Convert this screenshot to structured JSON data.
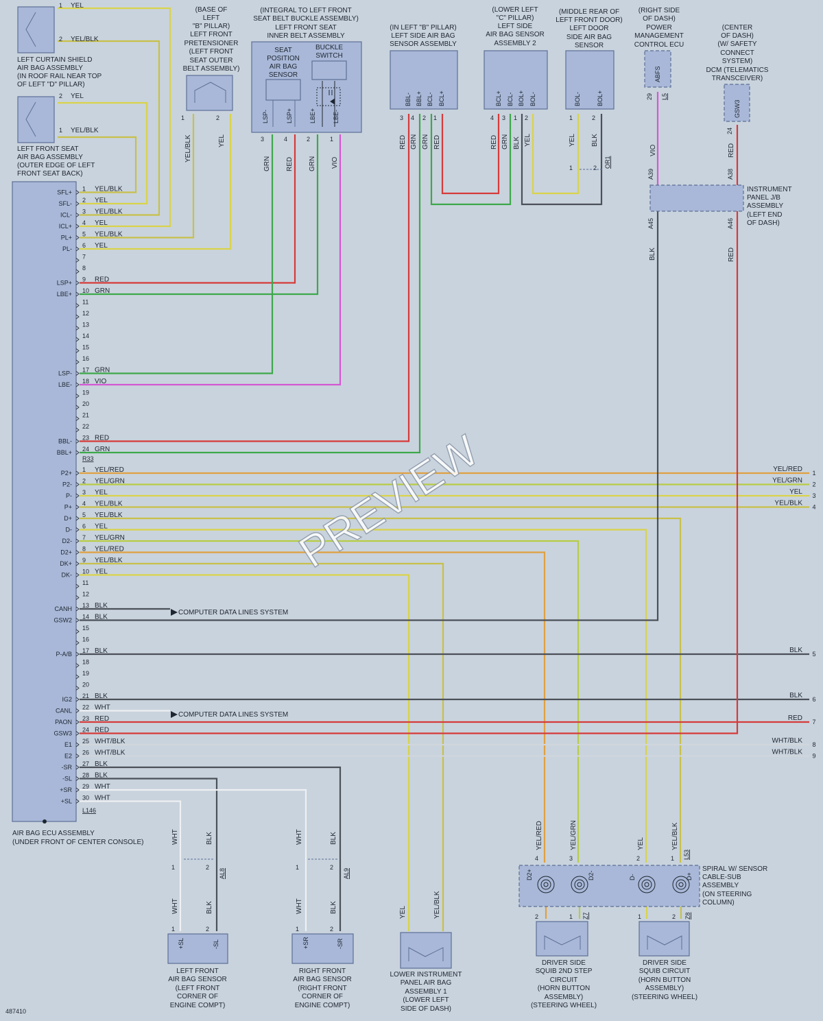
{
  "diagram_id": "487410",
  "watermark": "PREVIEW",
  "ecu": {
    "name": "AIR BAG ECU ASSEMBLY",
    "location": "(UNDER FRONT OF CENTER CONSOLE)",
    "connector_r33": "R33",
    "connector_l146": "L146",
    "left_pins": [
      {
        "label": "SFL+",
        "num": "1",
        "color": "YEL/BLK"
      },
      {
        "label": "SFL-",
        "num": "2",
        "color": "YEL"
      },
      {
        "label": "ICL-",
        "num": "3",
        "color": "YEL/BLK"
      },
      {
        "label": "ICL+",
        "num": "4",
        "color": "YEL"
      },
      {
        "label": "PL+",
        "num": "5",
        "color": "YEL/BLK"
      },
      {
        "label": "PL-",
        "num": "6",
        "color": "YEL"
      },
      {
        "label": "",
        "num": "7",
        "color": ""
      },
      {
        "label": "",
        "num": "8",
        "color": ""
      },
      {
        "label": "LSP+",
        "num": "9",
        "color": "RED"
      },
      {
        "label": "LBE+",
        "num": "10",
        "color": "GRN"
      },
      {
        "label": "",
        "num": "11",
        "color": ""
      },
      {
        "label": "",
        "num": "12",
        "color": ""
      },
      {
        "label": "",
        "num": "13",
        "color": ""
      },
      {
        "label": "",
        "num": "14",
        "color": ""
      },
      {
        "label": "",
        "num": "15",
        "color": ""
      },
      {
        "label": "",
        "num": "16",
        "color": ""
      },
      {
        "label": "LSP-",
        "num": "17",
        "color": "GRN"
      },
      {
        "label": "LBE-",
        "num": "18",
        "color": "VIO"
      },
      {
        "label": "",
        "num": "19",
        "color": ""
      },
      {
        "label": "",
        "num": "20",
        "color": ""
      },
      {
        "label": "",
        "num": "21",
        "color": ""
      },
      {
        "label": "",
        "num": "22",
        "color": ""
      },
      {
        "label": "BBL-",
        "num": "23",
        "color": "RED"
      },
      {
        "label": "BBL+",
        "num": "24",
        "color": "GRN"
      }
    ],
    "right_pins": [
      {
        "label": "P2+",
        "num": "1",
        "color": "YEL/RED"
      },
      {
        "label": "P2-",
        "num": "2",
        "color": "YEL/GRN"
      },
      {
        "label": "P-",
        "num": "3",
        "color": "YEL"
      },
      {
        "label": "P+",
        "num": "4",
        "color": "YEL/BLK"
      },
      {
        "label": "D+",
        "num": "5",
        "color": "YEL/BLK"
      },
      {
        "label": "D-",
        "num": "6",
        "color": "YEL"
      },
      {
        "label": "D2-",
        "num": "7",
        "color": "YEL/GRN"
      },
      {
        "label": "D2+",
        "num": "8",
        "color": "YEL/RED"
      },
      {
        "label": "DK+",
        "num": "9",
        "color": "YEL/BLK"
      },
      {
        "label": "DK-",
        "num": "10",
        "color": "YEL"
      },
      {
        "label": "",
        "num": "11",
        "color": ""
      },
      {
        "label": "",
        "num": "12",
        "color": ""
      },
      {
        "label": "CANH",
        "num": "13",
        "color": "BLK"
      },
      {
        "label": "GSW2",
        "num": "14",
        "color": "BLK"
      },
      {
        "label": "",
        "num": "15",
        "color": ""
      },
      {
        "label": "",
        "num": "16",
        "color": ""
      },
      {
        "label": "P-A/B",
        "num": "17",
        "color": "BLK"
      },
      {
        "label": "",
        "num": "18",
        "color": ""
      },
      {
        "label": "",
        "num": "19",
        "color": ""
      },
      {
        "label": "",
        "num": "20",
        "color": ""
      },
      {
        "label": "IG2",
        "num": "21",
        "color": "BLK"
      },
      {
        "label": "CANL",
        "num": "22",
        "color": "WHT"
      },
      {
        "label": "PAON",
        "num": "23",
        "color": "RED"
      },
      {
        "label": "GSW3",
        "num": "24",
        "color": "RED"
      },
      {
        "label": "E1",
        "num": "25",
        "color": "WHT/BLK"
      },
      {
        "label": "E2",
        "num": "26",
        "color": "WHT/BLK"
      },
      {
        "label": "-SR",
        "num": "27",
        "color": "BLK"
      },
      {
        "label": "-SL",
        "num": "28",
        "color": "BLK"
      },
      {
        "label": "+SR",
        "num": "29",
        "color": "WHT"
      },
      {
        "label": "+SL",
        "num": "30",
        "color": "WHT"
      }
    ]
  },
  "components": {
    "curtain": [
      "LEFT CURTAIN SHIELD",
      "AIR BAG ASSEMBLY",
      "(IN ROOF RAIL NEAR TOP",
      "OF LEFT \"D\" PILLAR)"
    ],
    "seat_airbag": [
      "LEFT FRONT SEAT",
      "AIR BAG ASSEMBLY",
      "(OUTER EDGE OF LEFT",
      "FRONT SEAT BACK)"
    ],
    "pretensioner": [
      "(BASE OF",
      "LEFT",
      "\"B\" PILLAR)",
      "LEFT FRONT",
      "PRETENSIONER",
      "(LEFT FRONT",
      "SEAT OUTER",
      "BELT ASSEMBLY)"
    ],
    "belt_buckle": [
      "(INTEGRAL TO LEFT FRONT",
      "SEAT BELT BUCKLE ASSEMBLY)",
      "LEFT FRONT SEAT",
      "INNER BELT ASSEMBLY"
    ],
    "seat_position_sensor": [
      "SEAT",
      "POSITION",
      "AIR BAG",
      "SENSOR"
    ],
    "buckle_switch": [
      "BUCKLE",
      "SWITCH"
    ],
    "side_sensor": [
      "(IN LEFT \"B\" PILLAR)",
      "LEFT SIDE AIR BAG",
      "SENSOR ASSEMBLY"
    ],
    "side_sensor2": [
      "(LOWER LEFT",
      "\"C\" PILLAR)",
      "LEFT SIDE",
      "AIR BAG SENSOR",
      "ASSEMBLY 2"
    ],
    "door_sensor": [
      "(MIDDLE REAR OF",
      "LEFT FRONT DOOR)",
      "LEFT DOOR",
      "SIDE AIR BAG",
      "SENSOR"
    ],
    "power_ecu": [
      "(RIGHT SIDE",
      "OF DASH)",
      "POWER",
      "MANAGEMENT",
      "CONTROL ECU"
    ],
    "dcm": [
      "(CENTER",
      "OF DASH)",
      "(W/ SAFETY",
      "CONNECT",
      "SYSTEM)",
      "DCM (TELEMATICS",
      "TRANSCEIVER)"
    ],
    "jb": [
      "INSTRUMENT",
      "PANEL J/B",
      "ASSEMBLY",
      "(LEFT END",
      "OF DASH)"
    ],
    "spiral": [
      "SPIRAL W/ SENSOR",
      "CABLE-SUB",
      "ASSEMBLY",
      "(ON STEERING",
      "COLUMN)"
    ],
    "left_front_sensor": [
      "LEFT FRONT",
      "AIR BAG SENSOR",
      "(LEFT FRONT",
      "CORNER OF",
      "ENGINE COMPT)"
    ],
    "right_front_sensor": [
      "RIGHT FRONT",
      "AIR BAG SENSOR",
      "(RIGHT FRONT",
      "CORNER OF",
      "ENGINE COMPT)"
    ],
    "knee_airbag": [
      "LOWER INSTRUMENT",
      "PANEL AIR BAG",
      "ASSEMBLY 1",
      "(LOWER LEFT",
      "SIDE OF DASH)"
    ],
    "squib2": [
      "DRIVER SIDE",
      "SQUIB 2ND STEP",
      "CIRCUIT",
      "(HORN BUTTON",
      "ASSEMBLY)",
      "(STEERING WHEEL)"
    ],
    "squib1": [
      "DRIVER SIDE",
      "SQUIB CIRCUIT",
      "(HORN BUTTON",
      "ASSEMBLY)",
      "(STEERING WHEEL)"
    ]
  },
  "arrow_labels": {
    "can_h": "COMPUTER DATA LINES SYSTEM",
    "can_l": "COMPUTER DATA LINES SYSTEM"
  },
  "offpage": [
    {
      "color": "YEL/RED",
      "ref": "1"
    },
    {
      "color": "YEL/GRN",
      "ref": "2"
    },
    {
      "color": "YEL",
      "ref": "3"
    },
    {
      "color": "YEL/BLK",
      "ref": "4"
    },
    {
      "color": "BLK",
      "ref": "5"
    },
    {
      "color": "BLK",
      "ref": "6"
    },
    {
      "color": "RED",
      "ref": "7"
    },
    {
      "color": "WHT/BLK",
      "ref": "8"
    },
    {
      "color": "WHT/BLK",
      "ref": "9"
    }
  ],
  "texts": {
    "curtain_pin1": "1",
    "curtain_w1": "YEL",
    "curtain_pin2": "2",
    "curtain_w2": "YEL/BLK",
    "seat_pin2": "2",
    "seat_w1": "YEL",
    "seat_pin1": "1",
    "seat_w2": "YEL/BLK",
    "pre_p1": "1",
    "pre_p2": "2",
    "pre_w1": "YEL/BLK",
    "pre_w2": "YEL",
    "lsp_m": "LSP-",
    "lsp_p": "LSP+",
    "lbe_p": "LBE+",
    "lbe_m": "LBE-",
    "bb_p3": "3",
    "bb_p4": "4",
    "bb_p2": "2",
    "bb_p1": "1",
    "bb_w3": "GRN",
    "bb_w4": "RED",
    "bb_w2": "GRN",
    "bb_w1": "VIO",
    "ss_bblm": "BBL-",
    "ss_bblp": "BBL+",
    "ss_bclm": "BCL-",
    "ss_bclp": "BCL+",
    "ss_p3": "3",
    "ss_p4": "4",
    "ss_p2": "2",
    "ss_p1": "1",
    "ss_w3": "RED",
    "ss_w4": "GRN",
    "ss_w2": "GRN",
    "ss_w1": "RED",
    "s2_bclp": "BCL+",
    "s2_bclm": "BCL-",
    "s2_bolp": "BOL+",
    "s2_bolm": "BOL-",
    "s2_p4": "4",
    "s2_p3": "3",
    "s2_p1": "1",
    "s2_p2": "2",
    "s2_w4": "RED",
    "s2_w3": "GRN",
    "s2_w1": "BLK",
    "s2_w2": "YEL",
    "ds_bolm": "BOL-",
    "ds_bolp": "BOL+",
    "ds_p1": "1",
    "ds_p2": "2",
    "ds_w1": "YEL",
    "ds_w2": "BLK",
    "or1": "OR1",
    "or1_p1": "1",
    "or1_p2": "2",
    "abfs": "ABFS",
    "abfs_pin": "29",
    "l5": "L5",
    "vio": "VIO",
    "gsw3": "GSW3",
    "gsw3_pin": "24",
    "gsw3_w": "RED",
    "a39": "A39",
    "a38": "A38",
    "a45": "A45",
    "a46": "A46",
    "jb_w1": "BLK",
    "jb_w2": "RED",
    "lf_wht": "WHT",
    "lf_blk": "BLK",
    "lf_p1": "1",
    "lf_p2": "2",
    "al8": "AL8",
    "lf_slp": "+SL",
    "lf_slm": "-SL",
    "lf_wht2": "WHT",
    "lf_blk2": "BLK",
    "lf_p1b": "1",
    "lf_p2b": "2",
    "rf_wht": "WHT",
    "rf_blk": "BLK",
    "rf_p1": "1",
    "rf_p2": "2",
    "al9": "AL9",
    "rf_srp": "+SR",
    "rf_srm": "-SR",
    "rf_wht2": "WHT",
    "rf_blk2": "BLK",
    "rf_p1b": "1",
    "rf_p2b": "2",
    "ka_w1": "YEL",
    "ka_w2": "YEL/BLK",
    "sp_w1": "YEL/RED",
    "sp_w2": "YEL/GRN",
    "sp_w3": "YEL",
    "sp_w4": "YEL/BLK",
    "sp_p4": "4",
    "sp_p3": "3",
    "sp_p2": "2",
    "sp_p1": "1",
    "l53": "L53",
    "sp_d2p": "D2+",
    "sp_d2m": "D2-",
    "sp_dm": "D-",
    "sp_dp": "D+",
    "z7": "Z7",
    "z7_p2": "2",
    "z7_p1": "1",
    "z8": "Z8",
    "z8_p1": "1",
    "z8_p2": "2"
  },
  "colors": {
    "yel": "#d9d34a",
    "red": "#d63a3a",
    "grn": "#3da84a",
    "vio": "#d457d4",
    "blk": "#4b5058",
    "wht": "#eef0f2",
    "yel_red": "#e0a040",
    "yel_grn": "#b8cc44",
    "yel_blk": "#c8c04a",
    "wht_blk": "#d0d6dc"
  }
}
